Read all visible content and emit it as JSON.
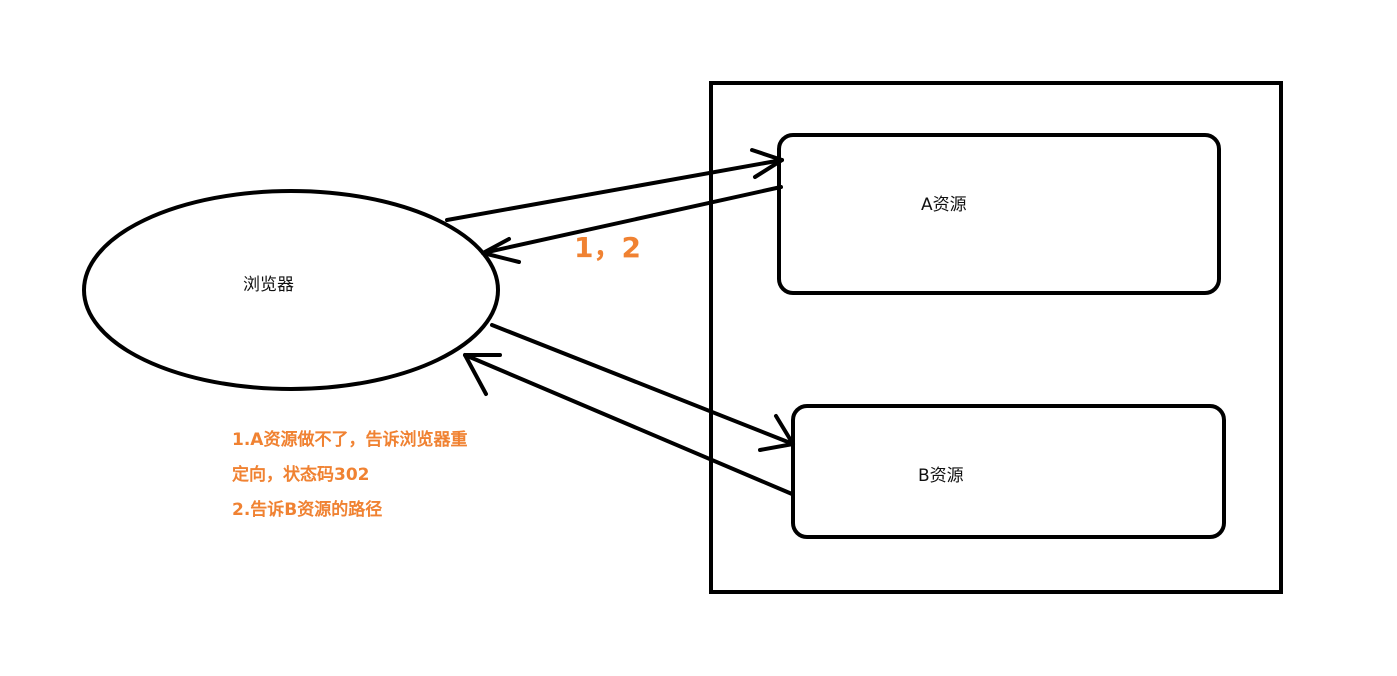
{
  "colors": {
    "stroke": "#000000",
    "annotation": "#f08232",
    "background": "#ffffff"
  },
  "nodes": {
    "browser": {
      "label": "浏览器"
    },
    "resource_a": {
      "label": "A资源"
    },
    "resource_b": {
      "label": "B资源"
    }
  },
  "step_label": "1，2",
  "notes": [
    "1.A资源做不了，告诉浏览器重",
    "定向，状态码302",
    "2.告诉B资源的路径"
  ]
}
